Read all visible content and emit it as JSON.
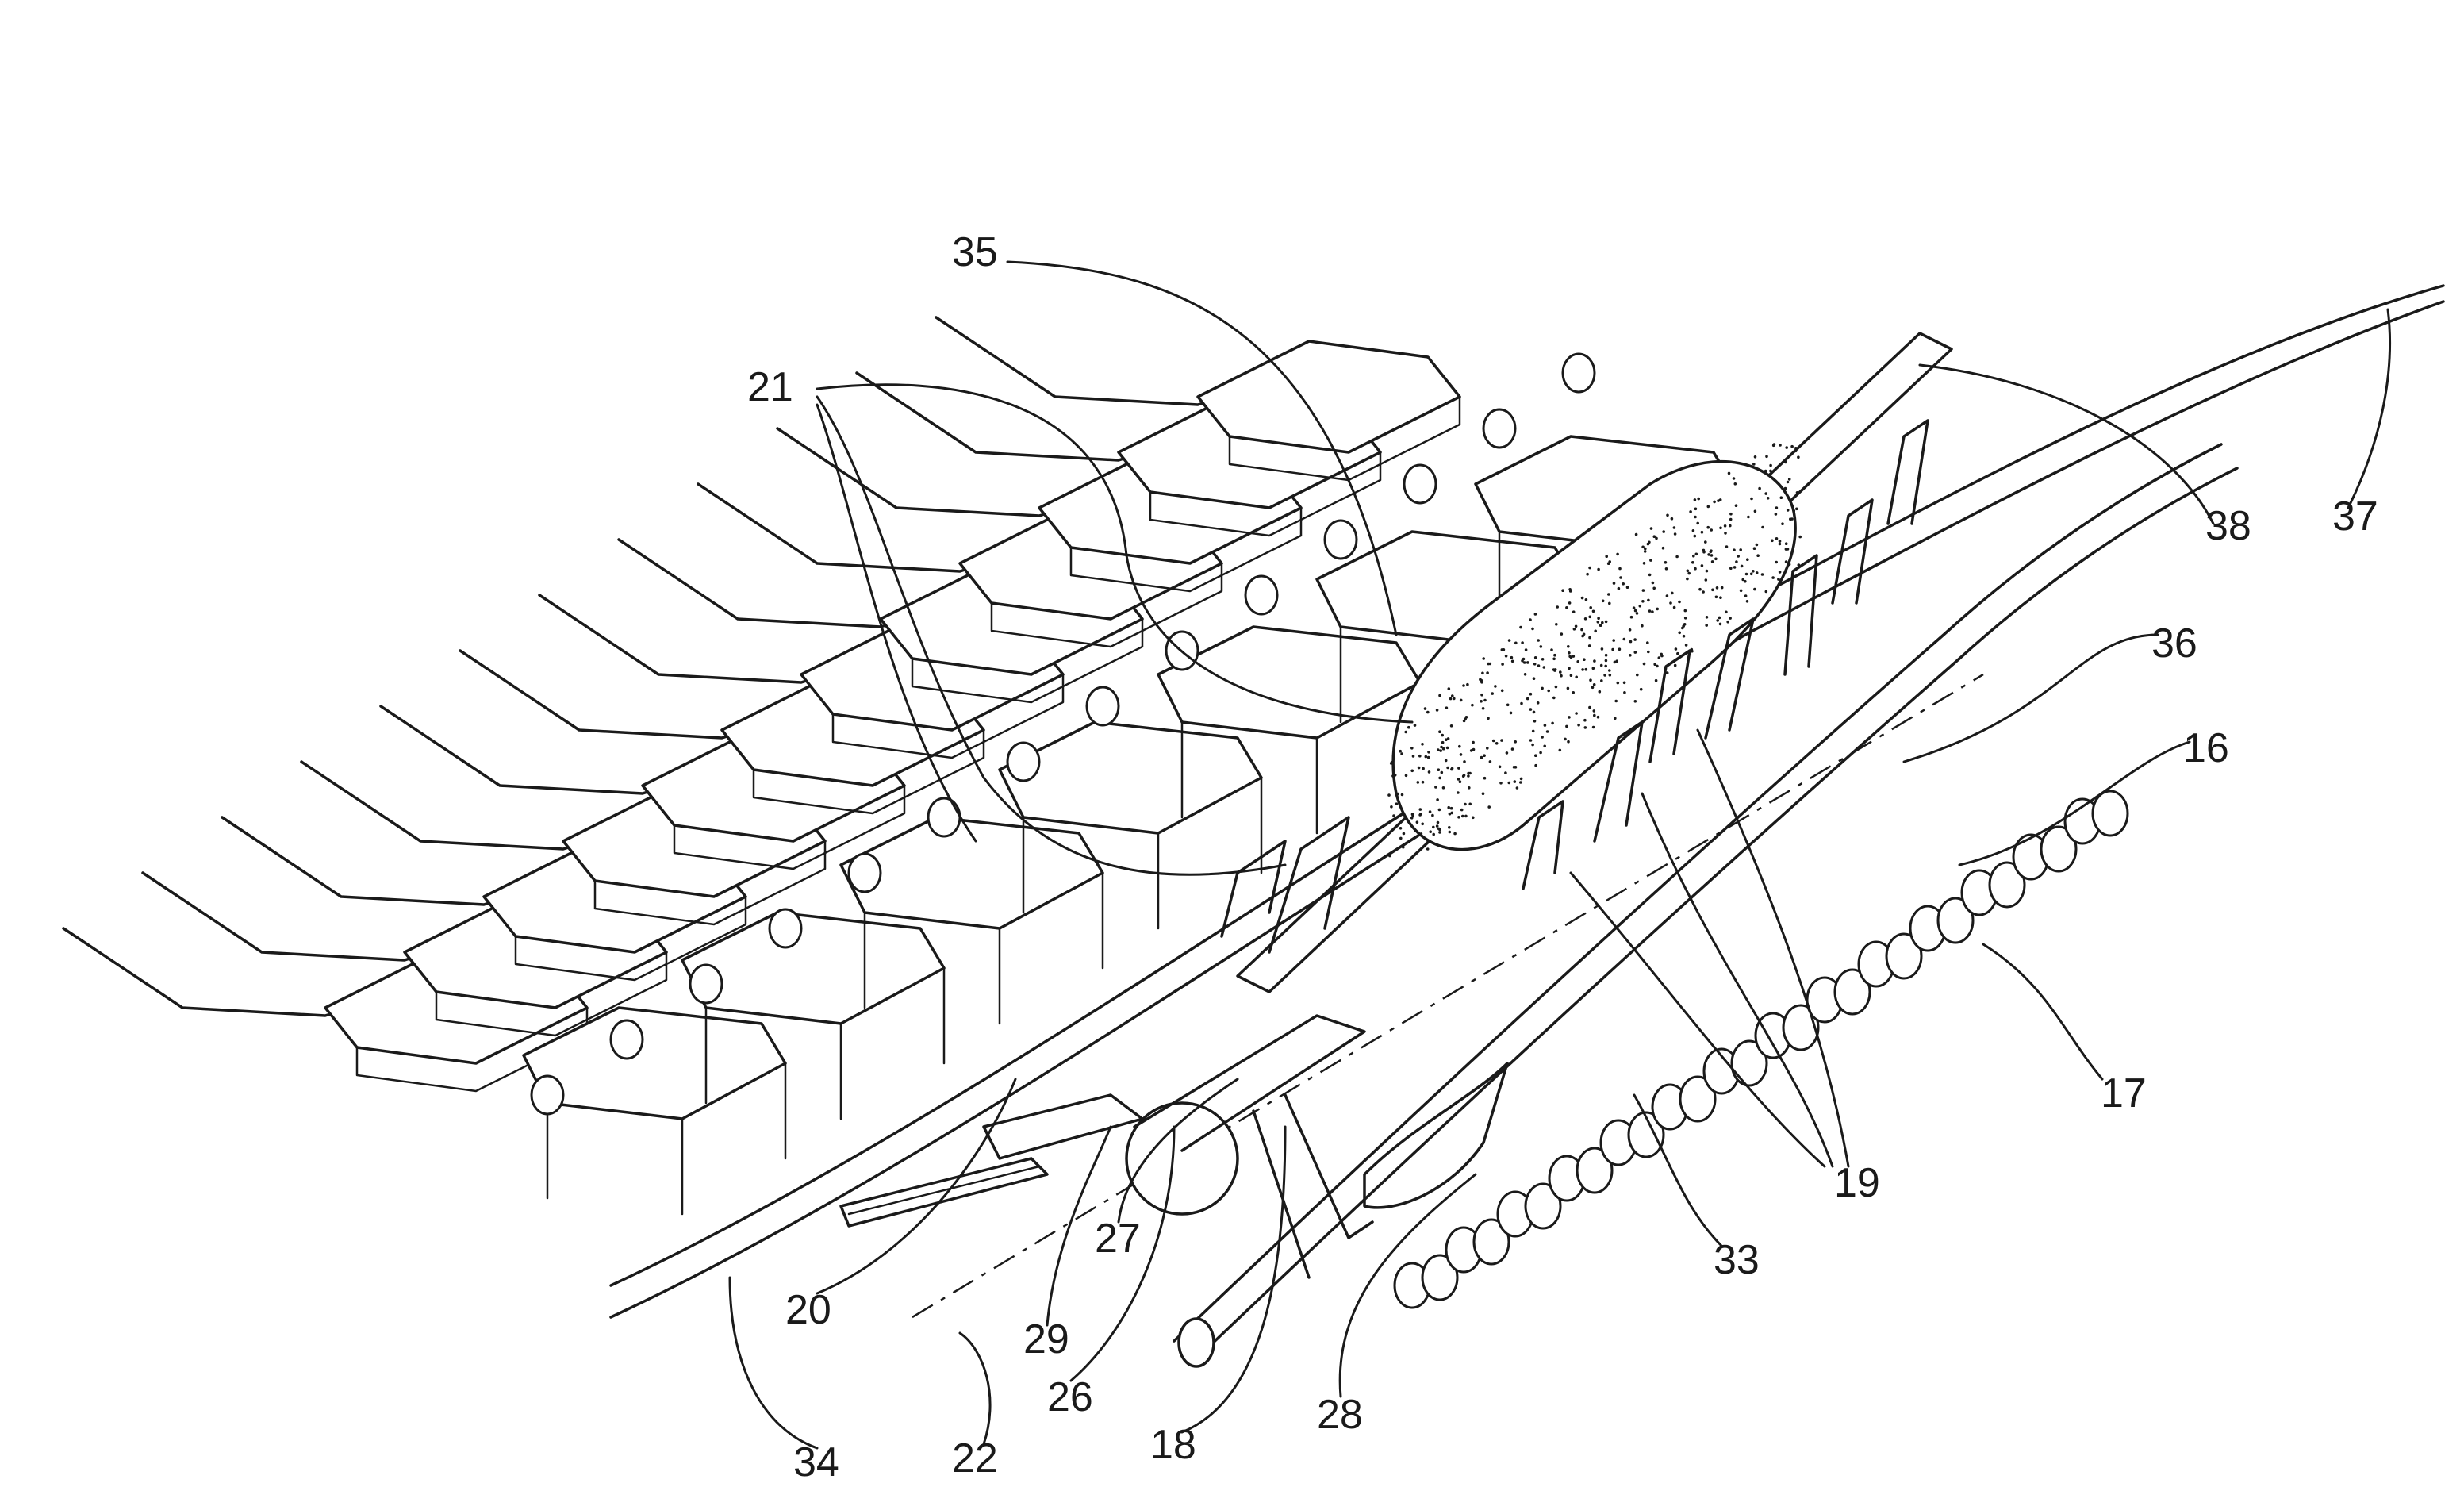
{
  "figure": {
    "stipple_color": "#1a1a1a",
    "line_color": "#1a1a1a",
    "background": "#ffffff"
  },
  "labels": {
    "n35": "35",
    "n21": "21",
    "n38": "38",
    "n37": "37",
    "n36": "36",
    "n16": "16",
    "n17": "17",
    "n19": "19",
    "n33": "33",
    "n28": "28",
    "n18": "18",
    "n26": "26",
    "n27": "27",
    "n29": "29",
    "n20": "20",
    "n22": "22",
    "n34": "34"
  }
}
